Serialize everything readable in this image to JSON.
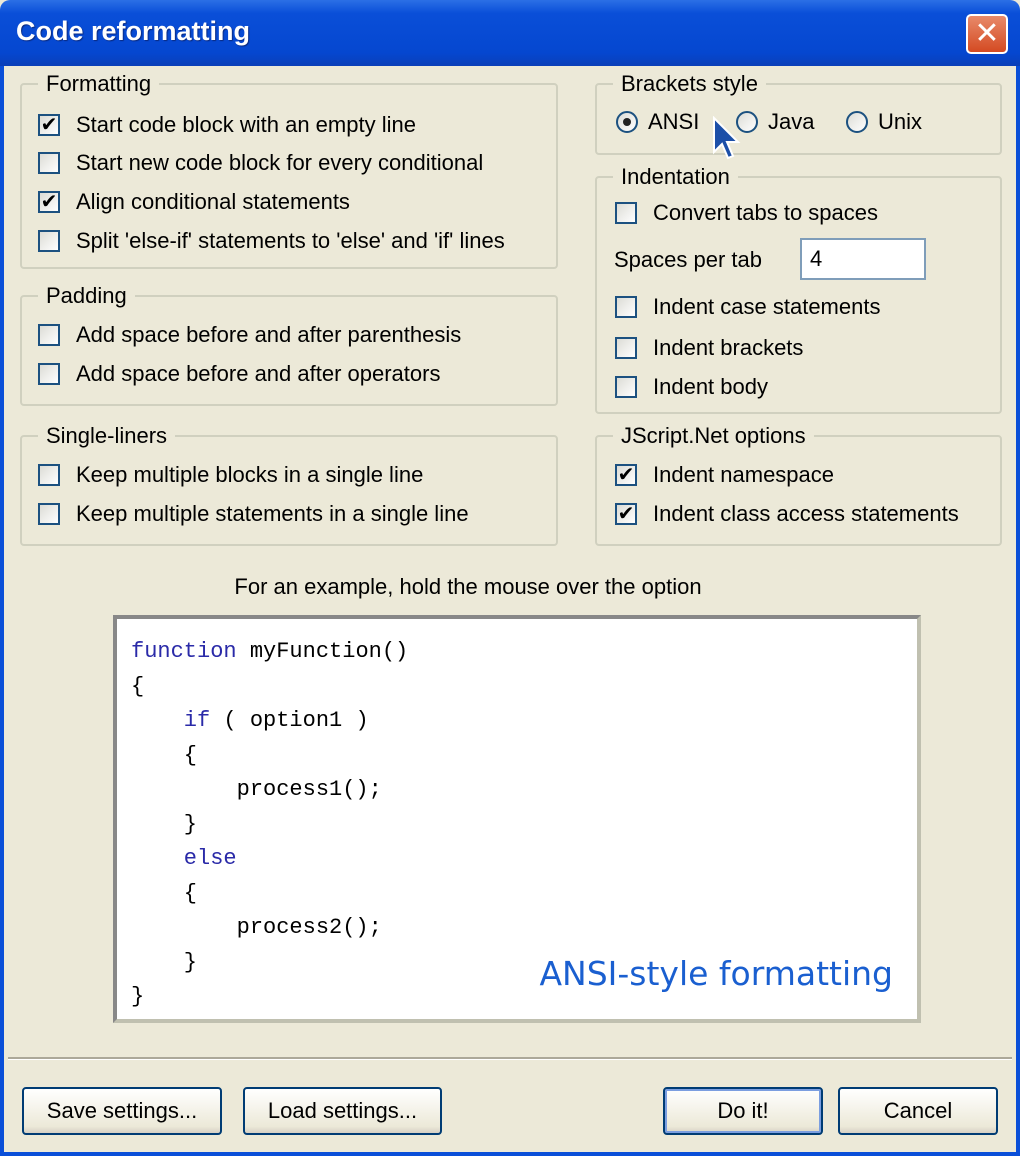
{
  "window": {
    "title": "Code reformatting",
    "close_icon": "close-icon"
  },
  "formatting": {
    "legend": "Formatting",
    "items": [
      {
        "label": "Start code block with an empty line",
        "checked": true
      },
      {
        "label": "Start new code block for every conditional",
        "checked": false
      },
      {
        "label": "Align conditional statements",
        "checked": true
      },
      {
        "label": "Split 'else-if' statements to 'else' and 'if' lines",
        "checked": false
      }
    ]
  },
  "padding": {
    "legend": "Padding",
    "items": [
      {
        "label": "Add space before and after parenthesis",
        "checked": false
      },
      {
        "label": "Add space before and after operators",
        "checked": false
      }
    ]
  },
  "single_liners": {
    "legend": "Single-liners",
    "items": [
      {
        "label": "Keep multiple blocks in a single line",
        "checked": false
      },
      {
        "label": "Keep multiple statements in a single line",
        "checked": false
      }
    ]
  },
  "brackets": {
    "legend": "Brackets style",
    "options": [
      "ANSI",
      "Java",
      "Unix"
    ],
    "selected": "ANSI"
  },
  "indentation": {
    "legend": "Indentation",
    "convert_tabs": {
      "label": "Convert tabs to spaces",
      "checked": false
    },
    "spaces_label": "Spaces per tab",
    "spaces_value": "4",
    "items": [
      {
        "label": "Indent case statements",
        "checked": false
      },
      {
        "label": "Indent brackets",
        "checked": false
      },
      {
        "label": "Indent body",
        "checked": false
      }
    ]
  },
  "jscript": {
    "legend": "JScript.Net options",
    "items": [
      {
        "label": "Indent namespace",
        "checked": true
      },
      {
        "label": "Indent class access statements",
        "checked": true
      }
    ]
  },
  "hint": "For an example, hold the mouse over the option",
  "example": {
    "lines": [
      {
        "kw": "function",
        "rest": " myFunction()"
      },
      {
        "kw": "",
        "rest": "{"
      },
      {
        "kw": "    if",
        "rest": " ( option1 )"
      },
      {
        "kw": "",
        "rest": "    {"
      },
      {
        "kw": "",
        "rest": "        process1();"
      },
      {
        "kw": "",
        "rest": "    }"
      },
      {
        "kw": "    else",
        "rest": ""
      },
      {
        "kw": "",
        "rest": "    {"
      },
      {
        "kw": "",
        "rest": "        process2();"
      },
      {
        "kw": "",
        "rest": "    }"
      },
      {
        "kw": "",
        "rest": "}"
      }
    ],
    "caption": "ANSI-style formatting",
    "keyword_color": "#2a2aa8",
    "caption_color": "#1a5fd0"
  },
  "buttons": {
    "save": "Save settings...",
    "load": "Load settings...",
    "do_it": "Do it!",
    "cancel": "Cancel"
  }
}
